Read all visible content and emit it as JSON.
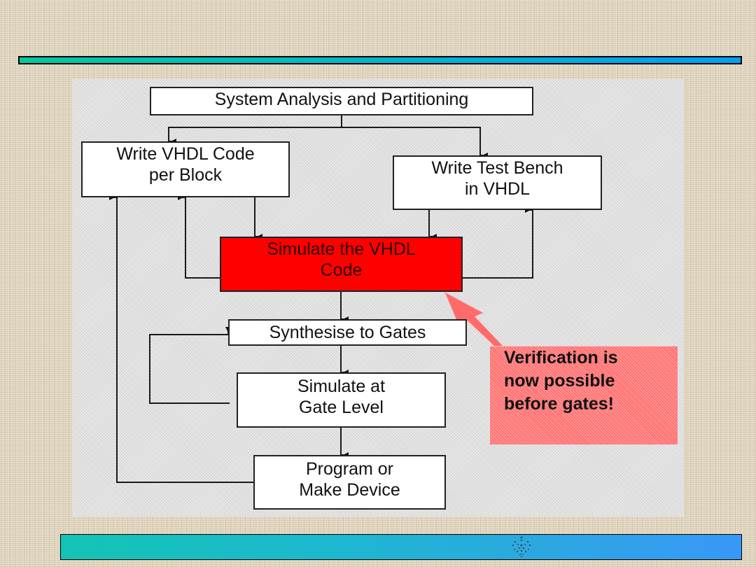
{
  "slide": {
    "background_color": "#e3d8c2",
    "top_bar_gradient": [
      "#00c99e",
      "#00a0f8"
    ],
    "bottom_bar_gradient": [
      "#14c4b4",
      "#3898f8"
    ],
    "footer_logo": "crest-icon"
  },
  "diagram": {
    "nodes": {
      "system_analysis": {
        "lines": [
          "System Analysis and Partitioning"
        ]
      },
      "write_vhdl": {
        "lines": [
          "Write VHDL Code",
          "per Block"
        ]
      },
      "write_testbench": {
        "lines": [
          "Write Test Bench",
          "in VHDL"
        ]
      },
      "simulate_vhdl": {
        "lines": [
          "Simulate the VHDL",
          "Code"
        ],
        "highlight_color": "#ff0000"
      },
      "synthesise": {
        "lines": [
          "Synthesise to Gates"
        ]
      },
      "simulate_gate": {
        "lines": [
          "Simulate at",
          "Gate Level"
        ]
      },
      "program_device": {
        "lines": [
          "Program or",
          "Make Device"
        ]
      }
    },
    "edges": [
      {
        "from": "system_analysis",
        "to": "write_vhdl"
      },
      {
        "from": "system_analysis",
        "to": "write_testbench"
      },
      {
        "from": "write_vhdl",
        "to": "simulate_vhdl"
      },
      {
        "from": "write_testbench",
        "to": "simulate_vhdl"
      },
      {
        "from": "simulate_vhdl",
        "to": "write_vhdl"
      },
      {
        "from": "simulate_vhdl",
        "to": "write_testbench"
      },
      {
        "from": "simulate_vhdl",
        "to": "synthesise"
      },
      {
        "from": "synthesise",
        "to": "simulate_gate"
      },
      {
        "from": "simulate_gate",
        "to": "synthesise"
      },
      {
        "from": "simulate_gate",
        "to": "program_device"
      },
      {
        "from": "program_device",
        "to": "write_vhdl"
      }
    ],
    "callout": {
      "lines": [
        "Verification is",
        "now possible",
        "before gates!"
      ],
      "color": "#ff7070",
      "points_to": "simulate_vhdl"
    }
  }
}
